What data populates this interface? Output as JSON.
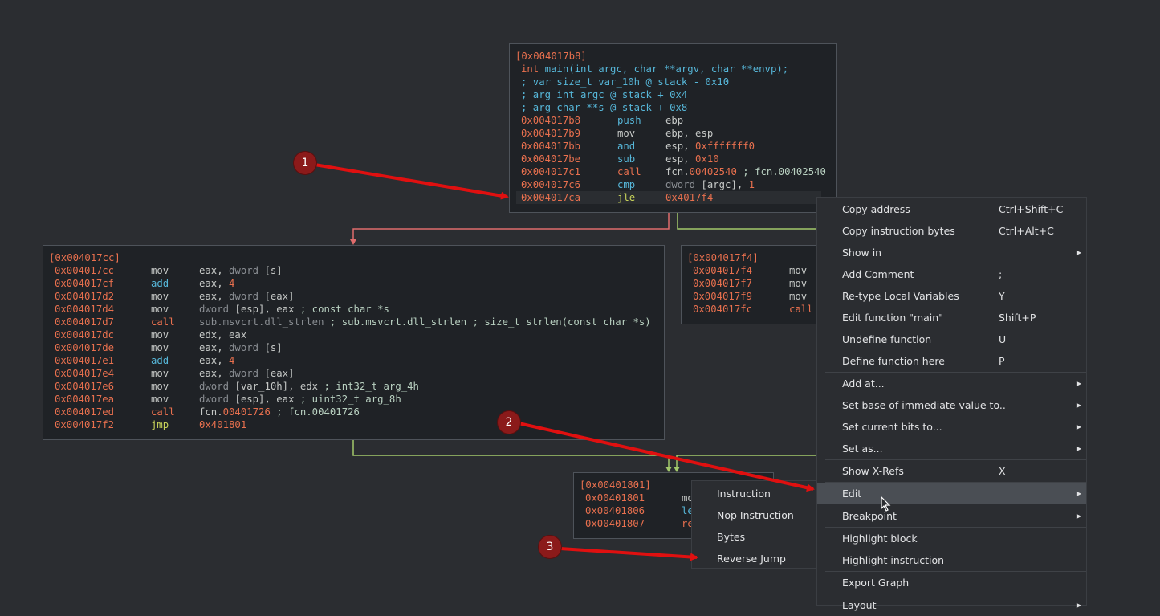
{
  "block_main": {
    "label": "[0x004017b8]",
    "sig_ret": "int",
    "sig_rest": " main(int argc, char **argv, char **envp);",
    "vars": [
      "; var size_t var_10h @ stack - 0x10",
      "; arg int argc @ stack + 0x4",
      "; arg char **s @ stack + 0x8"
    ],
    "rows": [
      {
        "addr": "0x004017b8",
        "mn": "push",
        "cls": "c-arith",
        "op": "ebp"
      },
      {
        "addr": "0x004017b9",
        "mn": "mov",
        "cls": "c-mov",
        "op": "ebp, esp"
      },
      {
        "addr": "0x004017bb",
        "mn": "and",
        "cls": "c-arith",
        "op": "esp, 0xfffffff0"
      },
      {
        "addr": "0x004017be",
        "mn": "sub",
        "cls": "c-arith",
        "op": "esp, 0x10"
      },
      {
        "addr": "0x004017c1",
        "mn": "call",
        "cls": "c-call",
        "op": "fcn.00402540 ; fcn.00402540"
      },
      {
        "addr": "0x004017c6",
        "mn": "cmp",
        "cls": "c-arith",
        "op": "dword [argc], 1"
      },
      {
        "addr": "0x004017ca",
        "mn": "jle",
        "cls": "c-jmp",
        "op": "0x4017f4"
      }
    ]
  },
  "block_left": {
    "label": "[0x004017cc]",
    "rows": [
      {
        "addr": "0x004017cc",
        "mn": "mov",
        "cls": "c-mov",
        "op": "eax, dword [s]"
      },
      {
        "addr": "0x004017cf",
        "mn": "add",
        "cls": "c-arith",
        "op": "eax, 4"
      },
      {
        "addr": "0x004017d2",
        "mn": "mov",
        "cls": "c-mov",
        "op": "eax, dword [eax]"
      },
      {
        "addr": "0x004017d4",
        "mn": "mov",
        "cls": "c-mov",
        "op": "dword [esp], eax ; const char *s"
      },
      {
        "addr": "0x004017d7",
        "mn": "call",
        "cls": "c-call",
        "op": "sub.msvcrt.dll_strlen ; sub.msvcrt.dll_strlen ; size_t strlen(const char *s)"
      },
      {
        "addr": "0x004017dc",
        "mn": "mov",
        "cls": "c-mov",
        "op": "edx, eax"
      },
      {
        "addr": "0x004017de",
        "mn": "mov",
        "cls": "c-mov",
        "op": "eax, dword [s]"
      },
      {
        "addr": "0x004017e1",
        "mn": "add",
        "cls": "c-arith",
        "op": "eax, 4"
      },
      {
        "addr": "0x004017e4",
        "mn": "mov",
        "cls": "c-mov",
        "op": "eax, dword [eax]"
      },
      {
        "addr": "0x004017e6",
        "mn": "mov",
        "cls": "c-mov",
        "op": "dword [var_10h], edx ; int32_t arg_4h"
      },
      {
        "addr": "0x004017ea",
        "mn": "mov",
        "cls": "c-mov",
        "op": "dword [esp], eax ; uint32_t arg_8h"
      },
      {
        "addr": "0x004017ed",
        "mn": "call",
        "cls": "c-call",
        "op": "fcn.00401726 ; fcn.00401726"
      },
      {
        "addr": "0x004017f2",
        "mn": "jmp",
        "cls": "c-jmp",
        "op": "0x401801"
      }
    ]
  },
  "block_right": {
    "label": "[0x004017f4]",
    "rows": [
      {
        "addr": "0x004017f4",
        "mn": "mov",
        "cls": "c-mov"
      },
      {
        "addr": "0x004017f7",
        "mn": "mov",
        "cls": "c-mov"
      },
      {
        "addr": "0x004017f9",
        "mn": "mov",
        "cls": "c-mov"
      },
      {
        "addr": "0x004017fc",
        "mn": "call",
        "cls": "c-call"
      }
    ]
  },
  "block_bottom": {
    "label": "[0x00401801]",
    "rows": [
      {
        "addr": "0x00401801",
        "mn": "mo",
        "cls": "c-mov"
      },
      {
        "addr": "0x00401806",
        "mn": "le",
        "cls": "c-arith"
      },
      {
        "addr": "0x00401807",
        "mn": "re",
        "cls": "c-call"
      }
    ]
  },
  "context_menu": {
    "items": [
      {
        "label": "Copy address",
        "shortcut": "Ctrl+Shift+C"
      },
      {
        "label": "Copy instruction bytes",
        "shortcut": "Ctrl+Alt+C"
      },
      {
        "label": "Show in",
        "shortcut": "",
        "submenu": true
      },
      {
        "label": "Add Comment",
        "shortcut": ";"
      },
      {
        "label": "Re-type Local Variables",
        "shortcut": "Y"
      },
      {
        "label": "Edit function \"main\"",
        "shortcut": "Shift+P"
      },
      {
        "label": "Undefine function",
        "shortcut": "U"
      },
      {
        "label": "Define function here",
        "shortcut": "P"
      },
      {
        "label": "Add at...",
        "shortcut": "",
        "submenu": true,
        "sep_before": true
      },
      {
        "label": "Set base of immediate value to..",
        "shortcut": "",
        "submenu": true
      },
      {
        "label": "Set current bits to...",
        "shortcut": "",
        "submenu": true
      },
      {
        "label": "Set as...",
        "shortcut": "",
        "submenu": true
      },
      {
        "label": "Show X-Refs",
        "shortcut": "X",
        "sep_before": true
      },
      {
        "label": "Edit",
        "shortcut": "",
        "submenu": true,
        "active": true,
        "sep_before": true
      },
      {
        "label": "Breakpoint",
        "shortcut": "",
        "submenu": true
      },
      {
        "label": "Highlight block",
        "shortcut": "",
        "sep_before": true
      },
      {
        "label": "Highlight instruction",
        "shortcut": ""
      },
      {
        "label": "Export Graph",
        "shortcut": "",
        "sep_before": true
      },
      {
        "label": "Layout",
        "shortcut": "",
        "submenu": true
      }
    ]
  },
  "edit_submenu": {
    "items": [
      "Instruction",
      "Nop Instruction",
      "Bytes",
      "Reverse Jump"
    ]
  },
  "badges": [
    "1",
    "2",
    "3"
  ],
  "colors": {
    "background": "#2b2d31",
    "block": "#1f2226",
    "edge_true": "#a3c96b",
    "edge_false": "#e06c6c",
    "annotation_arrow": "#e01010"
  }
}
